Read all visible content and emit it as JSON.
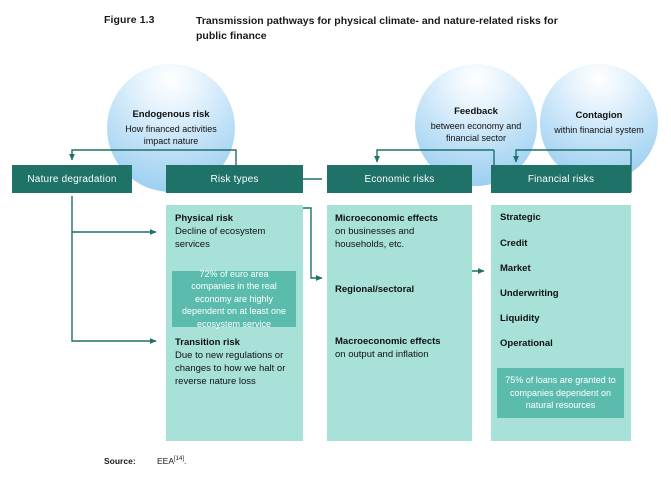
{
  "figure": {
    "label": "Figure 1.3",
    "title": "Transmission pathways for physical climate- and nature-related risks for public finance"
  },
  "colors": {
    "header_teal": "#1e7268",
    "panel_mint": "#a7e1d8",
    "callout_teal": "#5bbcae",
    "bubble_blue": "#8ec8ef",
    "connector": "#1e7268"
  },
  "bubbles": [
    {
      "title": "Endogenous risk",
      "subtitle": "How financed activities impact nature"
    },
    {
      "title": "Feedback",
      "subtitle": "between economy and financial sector"
    },
    {
      "title": "Contagion",
      "subtitle": "within financial system"
    }
  ],
  "columns": {
    "nature": {
      "header": "Nature degradation"
    },
    "risk_types": {
      "header": "Risk types",
      "items": [
        {
          "title": "Physical risk",
          "subtitle": "Decline of ecosystem services"
        },
        {
          "title": "Transition risk",
          "subtitle": "Due to new regulations or changes to how we halt or reverse nature loss"
        }
      ],
      "callout": "72% of euro area companies in the real economy are highly dependent on at least one ecosystem service"
    },
    "economic": {
      "header": "Economic risks",
      "items": [
        {
          "title": "Microeconomic effects",
          "subtitle": "on businesses and households, etc."
        },
        {
          "title": "Regional/sectoral",
          "subtitle": ""
        },
        {
          "title": "Macroeconomic effects",
          "subtitle": "on output and inflation"
        }
      ]
    },
    "financial": {
      "header": "Financial risks",
      "items": [
        "Strategic",
        "Credit",
        "Market",
        "Underwriting",
        "Liquidity",
        "Operational"
      ],
      "callout": "75% of loans are granted to companies dependent on natural resources"
    }
  },
  "source": {
    "label": "Source:",
    "text": "EEA",
    "reference": "[14]",
    "period": "."
  }
}
